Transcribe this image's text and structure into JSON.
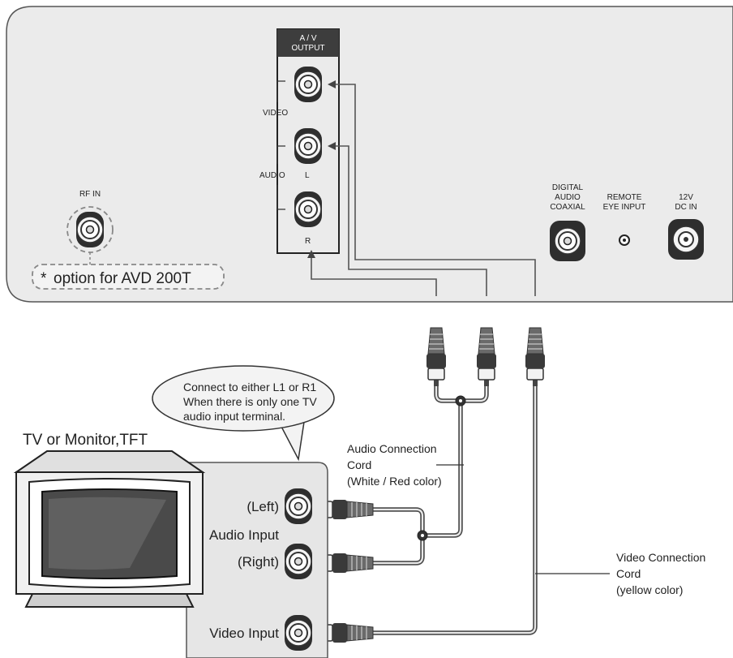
{
  "device": {
    "av_output_header": [
      "A / V",
      "OUTPUT"
    ],
    "video_label": "VIDEO",
    "audio_label": "AUDIO",
    "left_label": "L",
    "right_label": "R",
    "rf_in_label": "RF IN",
    "option_note": "option for AVD 200T",
    "digital_audio_label": [
      "DIGITAL",
      "AUDIO",
      "COAXIAL"
    ],
    "remote_eye_label": [
      "REMOTE",
      "EYE INPUT"
    ],
    "dc_in_label": [
      "12V",
      "DC IN"
    ]
  },
  "tv": {
    "title": "TV or Monitor,TFT",
    "speech_bubble": [
      "Connect to either L1 or R1",
      "When there is only one TV",
      "audio input terminal."
    ],
    "left_input_label": "(Left)",
    "audio_input_label": "Audio Input",
    "right_input_label": "(Right)",
    "video_input_label": "Video Input"
  },
  "cables": {
    "audio_cord_label": [
      "Audio Connection",
      "Cord",
      "(White / Red color)"
    ],
    "video_cord_label": [
      "Video Connection",
      "Cord",
      "(yellow color)"
    ]
  }
}
